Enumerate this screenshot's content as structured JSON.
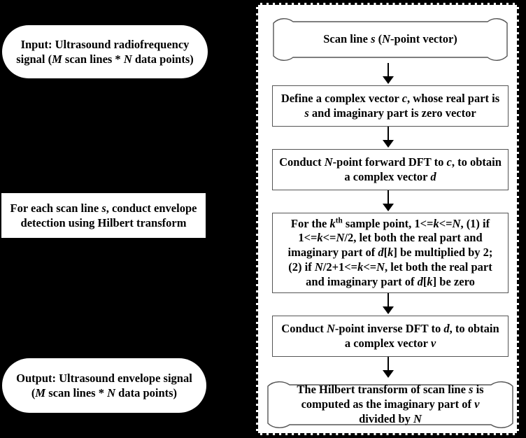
{
  "diagram": {
    "title": "Hilbert transform envelope detection flowchart",
    "colors": {
      "backdrop": "#000000",
      "shape_fill": "#ffffff",
      "shape_stroke": "#555555",
      "panel_border": "#000000",
      "text": "#000000"
    }
  },
  "left_column": {
    "input": {
      "shape": "stadium",
      "line1": "Input: Ultrasound radiofrequency",
      "line2_pre": "signal (",
      "line2_m": "M",
      "line2_mid": " scan lines * ",
      "line2_n": "N",
      "line2_post": " data points)"
    },
    "middle": {
      "shape": "rectangle",
      "line1_pre": "For each scan line ",
      "line1_s": "s",
      "line1_post": ", conduct envelope",
      "line2": "detection using Hilbert transform"
    },
    "output": {
      "shape": "stadium",
      "line1": "Output: Ultrasound envelope signal",
      "line2_pre": "(",
      "line2_m": "M",
      "line2_mid": " scan lines * ",
      "line2_n": "N",
      "line2_post": " data points)"
    }
  },
  "right_panel": {
    "border_style": "dashed",
    "nodes": [
      {
        "id": "scan-line",
        "shape": "tape",
        "line1_pre": "Scan line ",
        "line1_s": "s",
        "line1_mid": " (",
        "line1_n": "N",
        "line1_post": "-point vector)"
      },
      {
        "id": "define-complex-vector",
        "shape": "process",
        "line1_pre": "Define a complex vector ",
        "line1_c": "c",
        "line1_post": ", whose real part is",
        "line2_s": "s",
        "line2_post": " and imaginary part is zero vector"
      },
      {
        "id": "forward-dft",
        "shape": "process",
        "line1_pre": "Conduct ",
        "line1_n": "N",
        "line1_mid": "-point forward DFT to ",
        "line1_c": "c",
        "line1_post": ", to obtain",
        "line2_pre": "a complex vector ",
        "line2_d": "d"
      },
      {
        "id": "kth-sample-point",
        "shape": "process",
        "seg1": "For the ",
        "seg_k1": "k",
        "seg_th": "th",
        "seg2": " sample point, 1<=",
        "seg_k2": "k",
        "seg3": "<=",
        "seg_n1": "N",
        "seg4": ", (1) if 1<=",
        "seg_k3": "k",
        "seg5": "<=",
        "seg_n2": "N",
        "seg6": "/2, let both the real part and imaginary part of ",
        "seg_d1": "d",
        "seg7": "[",
        "seg_k4": "k",
        "seg8": "] be multiplied by 2; (2) if ",
        "seg_n3": "N",
        "seg9": "/2+1<=",
        "seg_k5": "k",
        "seg10": "<=",
        "seg_n4": "N",
        "seg11": ", let both the real part and imaginary part of ",
        "seg_d2": "d",
        "seg12": "[",
        "seg_k6": "k",
        "seg13": "] be zero"
      },
      {
        "id": "inverse-dft",
        "shape": "process",
        "line1_pre": "Conduct ",
        "line1_n": "N",
        "line1_mid": "-point inverse DFT to ",
        "line1_d": "d",
        "line1_post": ", to obtain",
        "line2_pre": "a complex vector ",
        "line2_v": "v"
      },
      {
        "id": "hilbert-result",
        "shape": "tape",
        "seg1": "The Hilbert transform of scan line ",
        "seg_s": "s",
        "seg2": " is computed as the imaginary part of ",
        "seg_v": "v",
        "seg3": " divided by ",
        "seg_n": "N"
      }
    ],
    "arrow_count": 5
  }
}
